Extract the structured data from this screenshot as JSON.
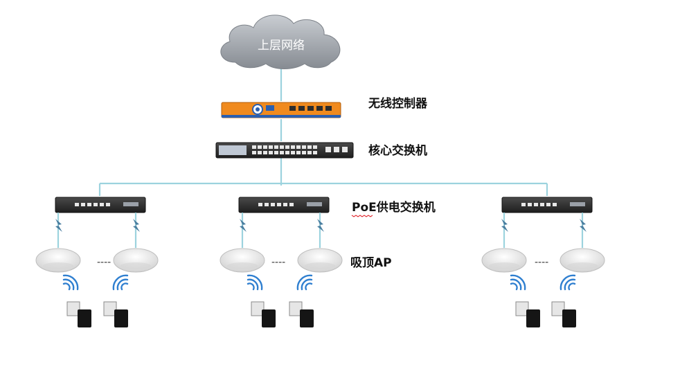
{
  "cloud": {
    "label": "上层网络"
  },
  "devices": {
    "controller": {
      "label": "无线控制器"
    },
    "core_switch": {
      "label": "核心交换机"
    },
    "poe_switch": {
      "label": "PoE供电交换机"
    },
    "ceiling_ap": {
      "label": "吸顶AP"
    }
  },
  "separator": "----",
  "groups": 3,
  "colors": {
    "link": "#9cd3de",
    "controller_body": "#f08a1e",
    "controller_accent": "#2a5fb0",
    "switch_body": "#2d2d2d",
    "ap_body": "#e9e9e9",
    "wifi": "#2f7fd0",
    "poe_bolt": "#4a7ea0"
  },
  "icons": [
    "cloud-icon",
    "controller-icon",
    "core-switch-icon",
    "poe-switch-icon",
    "ceiling-ap-icon",
    "wifi-signal-icon",
    "poe-power-icon",
    "client-device-icon"
  ]
}
